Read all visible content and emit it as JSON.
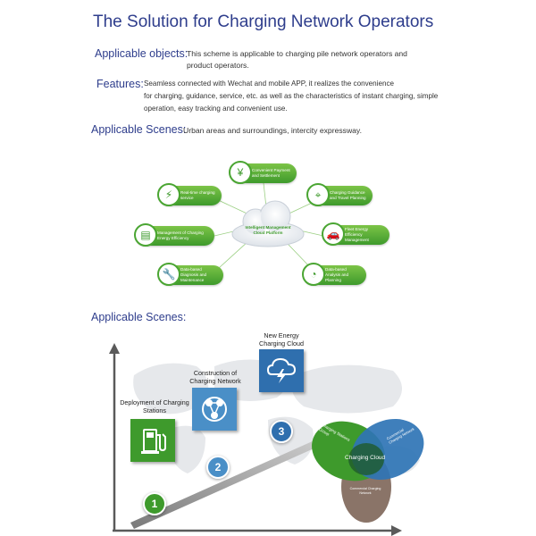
{
  "header": {
    "title": "The Solution for Charging Network Operators"
  },
  "objects": {
    "label": "Applicable objects:",
    "line1": "This scheme is applicable to charging pile network operators and",
    "line2": "product operators."
  },
  "features": {
    "label": "Features:",
    "line1": "Seamless connected with Wechat and mobile APP, it realizes the convenience",
    "line2": "for charging, guidance, service, etc. as well as the characteristics of instant charging, simple",
    "line3": "operation, easy tracking and convenient use."
  },
  "scenes": {
    "label": "Applicable Scenes:",
    "text": "Urban areas and surroundings, intercity expressway."
  },
  "diagram": {
    "center": "Intelligent Management Cloud Platform",
    "nodes": [
      {
        "label": "Convenient Payment and Settlement",
        "icon": "yen-icon"
      },
      {
        "label": "Charging Guidance and Travel Planning",
        "icon": "map-pin-icon"
      },
      {
        "label": "Real-time charging service",
        "icon": "charger-icon"
      },
      {
        "label": "Fleet Energy Efficiency Management",
        "icon": "car-icon"
      },
      {
        "label": "Management of Charging Energy Efficiency",
        "icon": "clipboard-icon"
      },
      {
        "label": "Data-based Analysis and Planning",
        "icon": "pie-chart-icon"
      },
      {
        "label": "Data-based Diagnosis and Maintenance",
        "icon": "wrench-icon"
      }
    ]
  },
  "scenes2": {
    "label": "Applicable Scenes:",
    "steps": [
      {
        "number": "1"
      },
      {
        "number": "2"
      },
      {
        "number": "3"
      }
    ],
    "tiles": [
      {
        "label": "Deployment of Charging Stations",
        "icon": "fuel-pump-icon"
      },
      {
        "label": "Construction of Charging Network",
        "icon": "network-icon"
      },
      {
        "label": "New Energy Charging Cloud",
        "icon": "cloud-lightning-icon"
      }
    ],
    "venn": {
      "center": "Charging Cloud",
      "green": "Charging Stations Group",
      "blue": "Commercial Charging Network",
      "brown": "Commercial Charging Network"
    }
  },
  "colors": {
    "title": "#2e3d8c",
    "green": "#3e9a2c",
    "blue": "#2f74b5",
    "brown": "#8a7468"
  }
}
